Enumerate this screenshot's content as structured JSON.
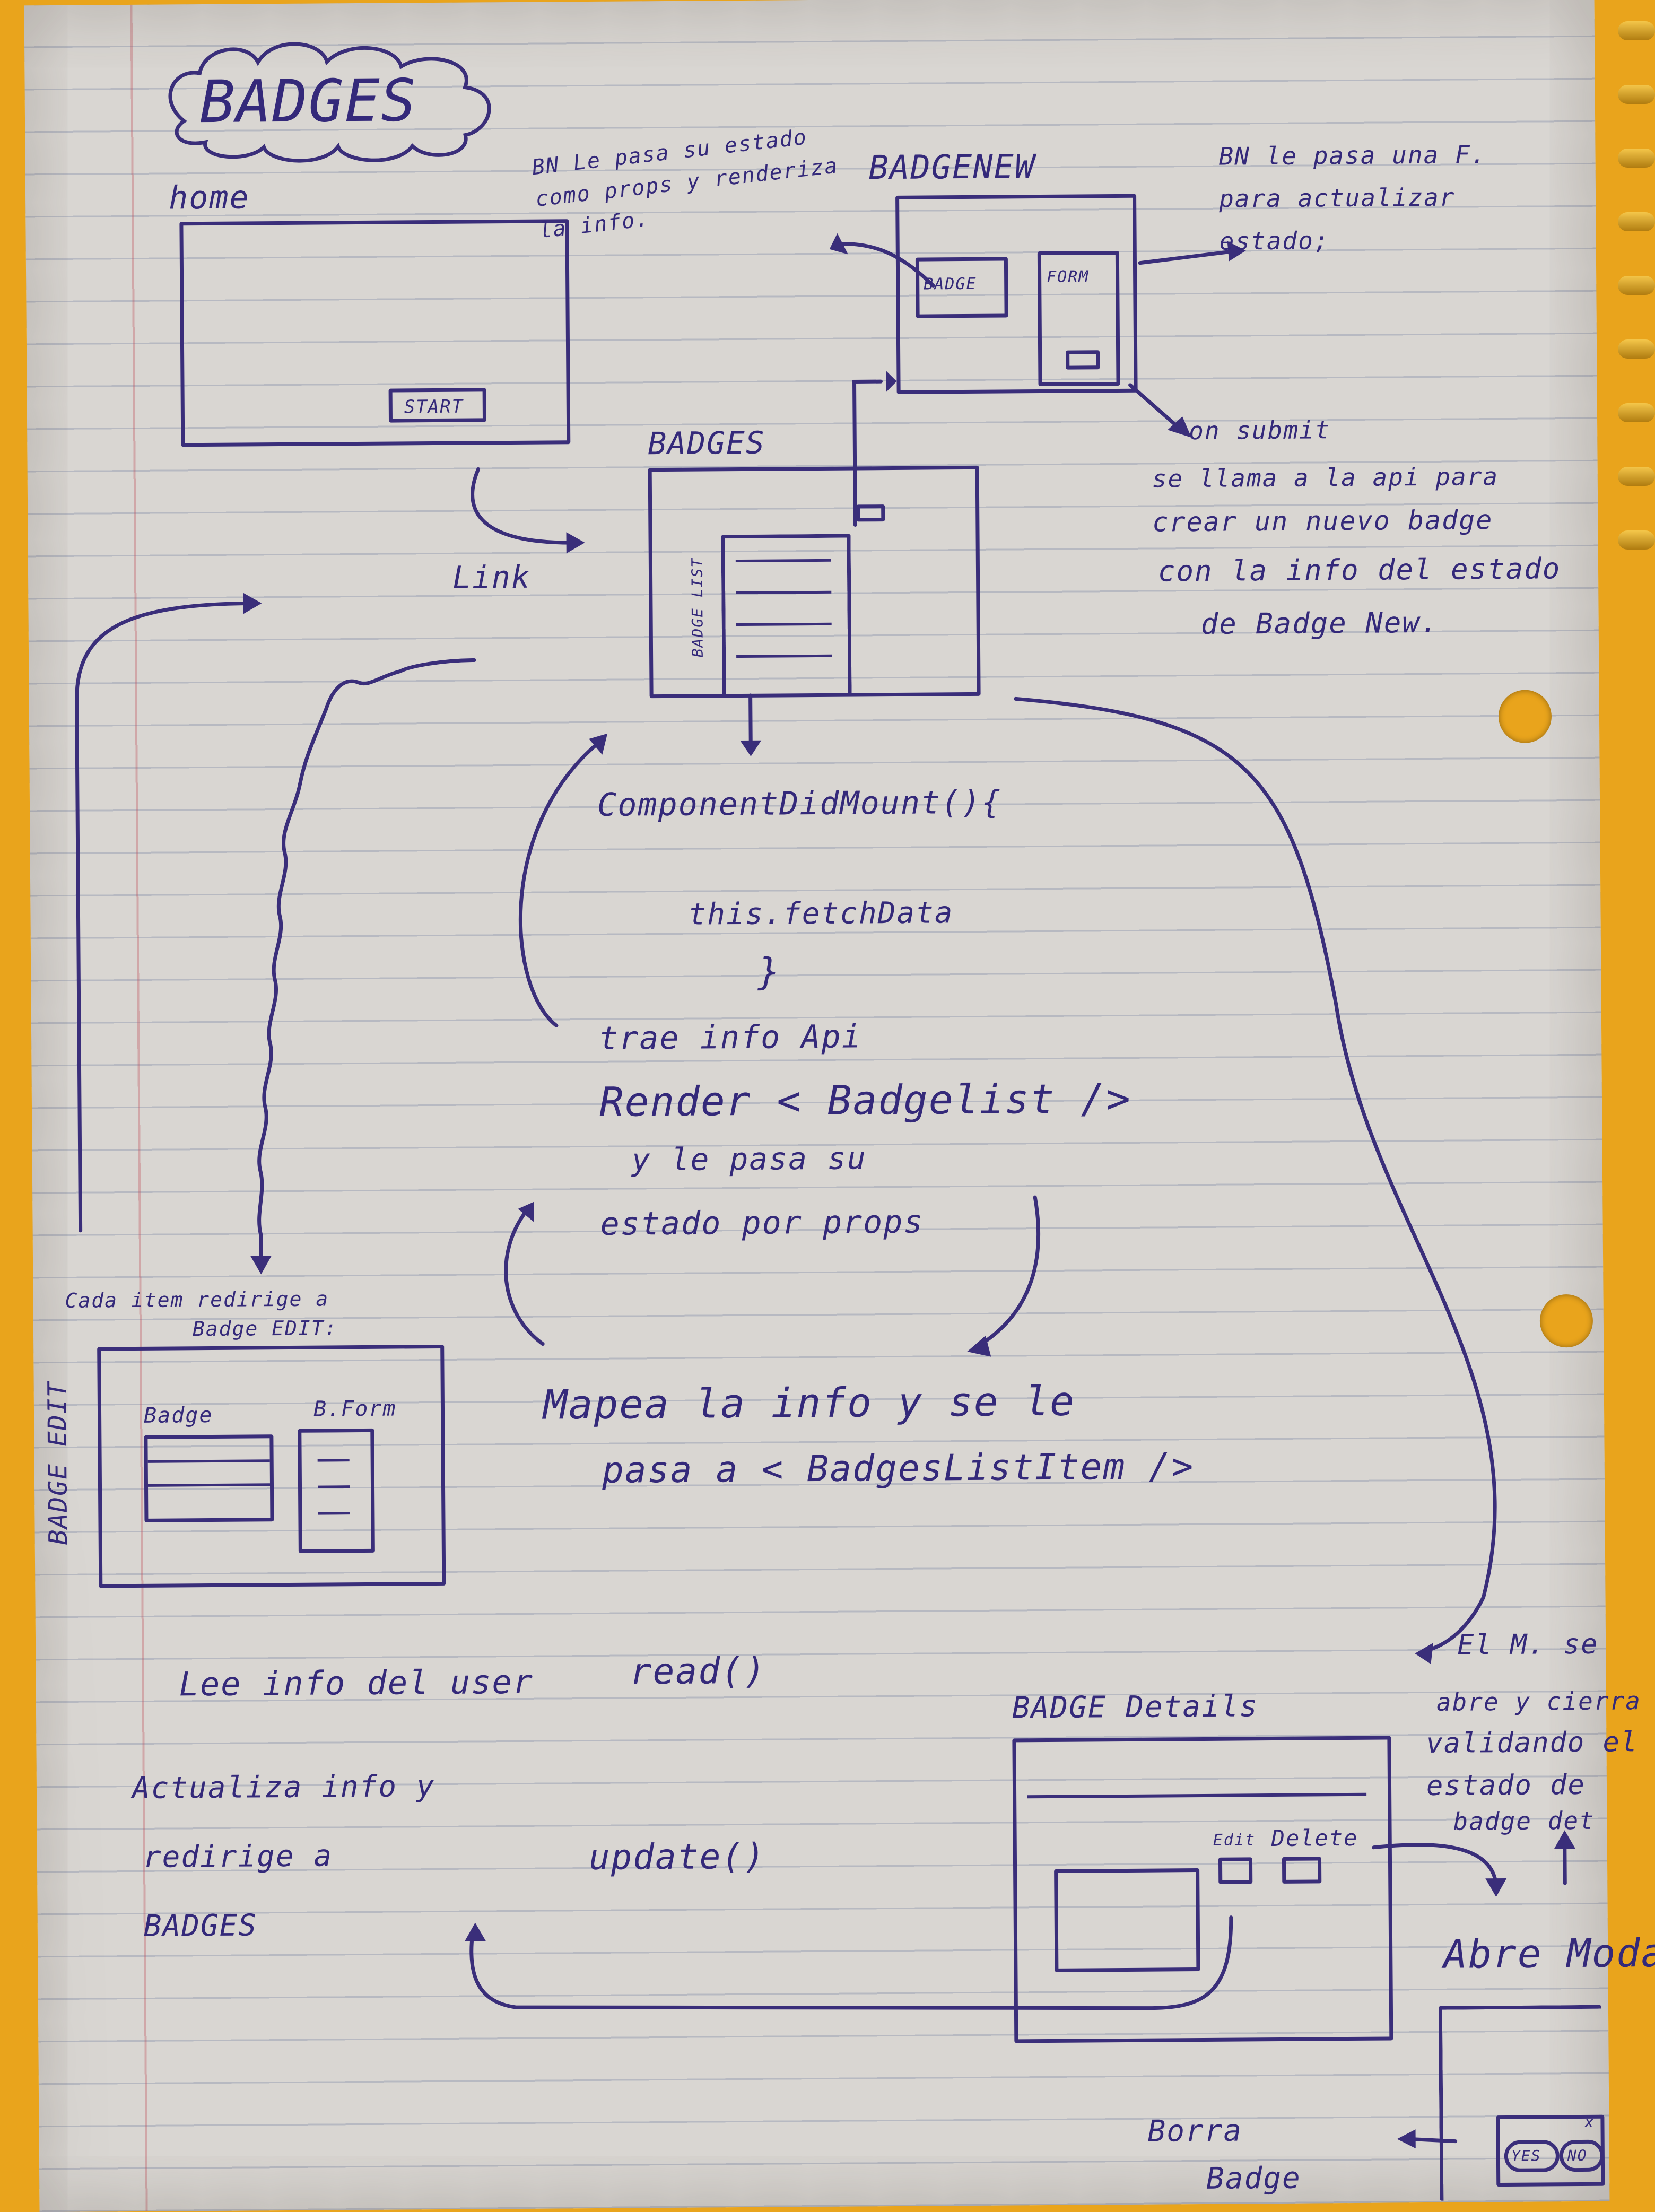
{
  "colors": {
    "ink": "#3a2e7a",
    "paper": "#d9d6d2",
    "background": "#e9a41c"
  },
  "title": "BADGES",
  "home": {
    "label": "home",
    "start_button": "START",
    "link_label": "Link"
  },
  "badge_new": {
    "title": "BADGENEW",
    "badge": "BADGE",
    "form": "FORM",
    "note_state_props": "BN Le pasa su estado como props y renderiza la info.",
    "note_update_fn": "BN le pasa una F. para actualizar estado;",
    "note_submit": [
      "on submit",
      "se llama a la api para",
      "crear un nuevo badge",
      "con la info del estado",
      "de Badge New."
    ]
  },
  "badges_page": {
    "title": "BADGES",
    "list_label": "BADGE LIST"
  },
  "lifecycle": {
    "did_mount": "ComponentDidMount(){",
    "fetch": "this.fetchData",
    "close_brace": "}",
    "steps": [
      "trae info Api",
      "Render < Badgelist />",
      "y le pasa su",
      "estado por props"
    ],
    "map_items": [
      "Mapea la info y se le",
      "pasa a < BadgesListItem />"
    ]
  },
  "badge_edit": {
    "note": [
      "Cada item redirige a",
      "Badge EDIT:"
    ],
    "label": "BADGE EDIT",
    "badge": "Badge",
    "form": "B.Form",
    "reads": "Lee info del user",
    "read_fn": "read()",
    "updates": [
      "Actualiza info y",
      "redirige a",
      "BADGES"
    ],
    "update_fn": "update()"
  },
  "badge_details": {
    "title": "BADGE Details",
    "edit": "Edit",
    "delete": "Delete",
    "modal_note": [
      "El M. se",
      "abre y cierra",
      "validando el",
      "estado de",
      "badge det"
    ],
    "open_modal": "Abre Modal",
    "yes": "YES",
    "no": "NO",
    "close": "x",
    "delete_badge": [
      "Borra",
      "Badge"
    ]
  }
}
